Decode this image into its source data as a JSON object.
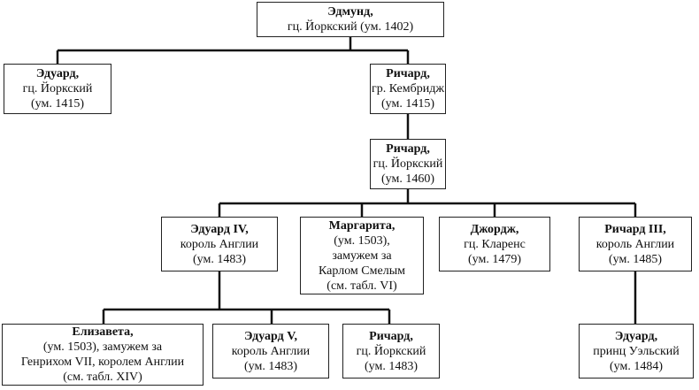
{
  "persons": {
    "edmund": {
      "name": "Эдмунд",
      "lines": [
        "гц. Йоркский (ум. 1402)"
      ]
    },
    "edward_y": {
      "name": "Эдуард",
      "lines": [
        "гц. Йоркский",
        "(ум. 1415)"
      ]
    },
    "richard_c": {
      "name": "Ричард",
      "lines": [
        "гр. Кембридж",
        "(ум. 1415)"
      ]
    },
    "richard_y": {
      "name": "Ричард",
      "lines": [
        "гц. Йоркский",
        "(ум. 1460)"
      ]
    },
    "edward_iv": {
      "name": "Эдуард IV",
      "lines": [
        "король Англии",
        "(ум. 1483)"
      ]
    },
    "margaret": {
      "name": "Маргарита",
      "lines": [
        "(ум. 1503),",
        "замужем за",
        "Карлом Смелым",
        "(см. табл. VI)"
      ]
    },
    "george": {
      "name": "Джордж",
      "lines": [
        "гц. Кларенс",
        "(ум. 1479)"
      ]
    },
    "richard_iii": {
      "name": "Ричард III",
      "lines": [
        "король Англии",
        "(ум. 1485)"
      ]
    },
    "elizabeth": {
      "name": "Елизавета",
      "lines": [
        "(ум. 1503), замужем за",
        "Генрихом VII, королем Англии",
        "(см. табл. XIV)"
      ]
    },
    "edward_v": {
      "name": "Эдуард V",
      "lines": [
        "король Англии",
        "(ум. 1483)"
      ]
    },
    "richard_y2": {
      "name": "Ричард",
      "lines": [
        "гц. Йоркский",
        "(ум. 1483)"
      ]
    },
    "edward_p": {
      "name": "Эдуард",
      "lines": [
        "принц Уэльский",
        "(ум. 1484)"
      ]
    }
  }
}
